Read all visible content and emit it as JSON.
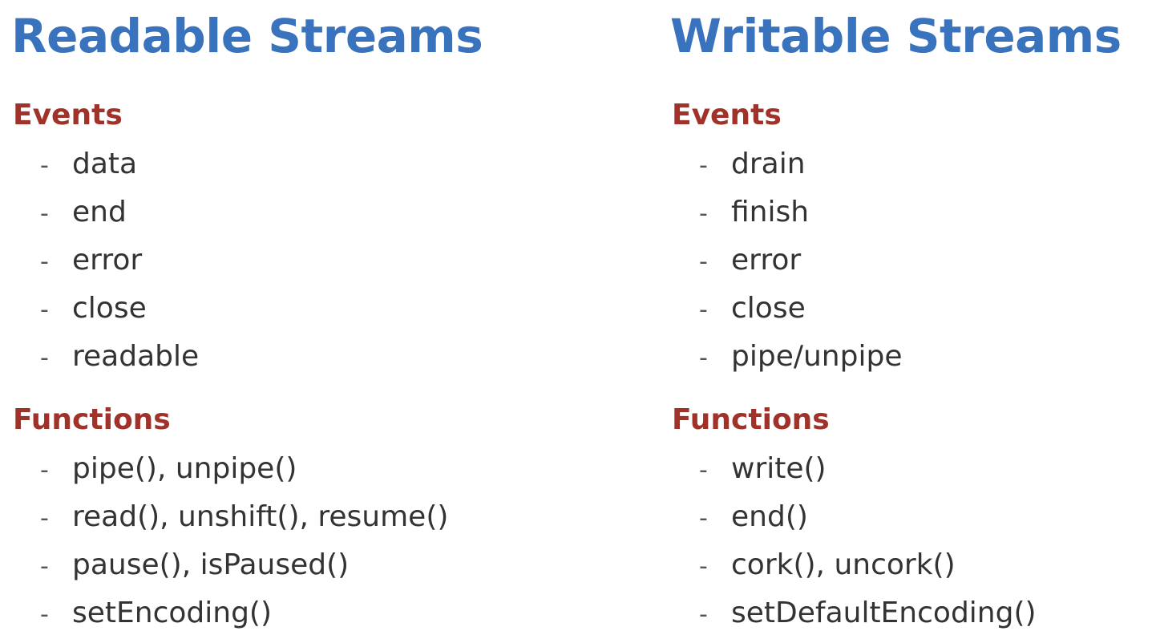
{
  "readable": {
    "title": "Readable Streams",
    "events_heading": "Events",
    "events": [
      "data",
      "end",
      "error",
      "close",
      "readable"
    ],
    "functions_heading": "Functions",
    "functions": [
      "pipe(), unpipe()",
      "read(), unshift(), resume()",
      "pause(), isPaused()",
      "setEncoding()"
    ]
  },
  "writable": {
    "title": "Writable Streams",
    "events_heading": "Events",
    "events": [
      "drain",
      "finish",
      "error",
      "close",
      "pipe/unpipe"
    ],
    "functions_heading": "Functions",
    "functions": [
      "write()",
      "end()",
      "cork(), uncork()",
      "setDefaultEncoding()"
    ]
  },
  "bullet": "-",
  "colors": {
    "title": "#3a73bd",
    "heading": "#a0322a",
    "text": "#333333"
  }
}
